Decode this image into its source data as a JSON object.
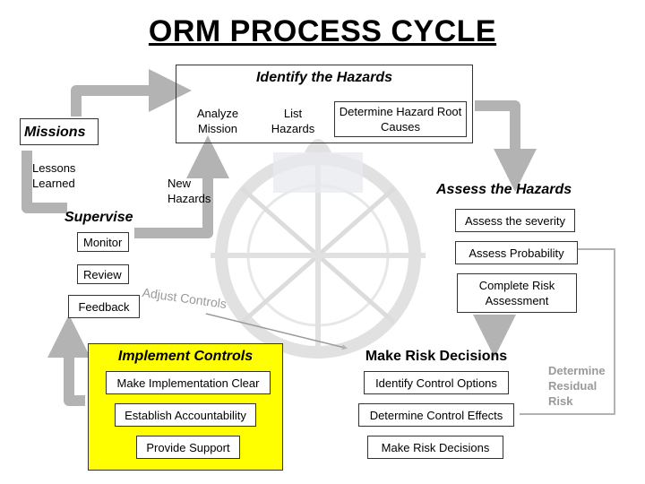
{
  "title": "ORM PROCESS CYCLE",
  "identify": {
    "heading": "Identify the Hazards",
    "steps": [
      "Analyze Mission",
      "List Hazards",
      "Determine Hazard Root Causes"
    ]
  },
  "assess": {
    "heading": "Assess the Hazards",
    "steps": [
      "Assess the severity",
      "Assess Probability",
      "Complete Risk Assessment"
    ]
  },
  "decide": {
    "heading": "Make Risk Decisions",
    "steps": [
      "Identify Control Options",
      "Determine Control Effects",
      "Make Risk Decisions"
    ]
  },
  "implement": {
    "heading": "Implement Controls",
    "steps": [
      "Make Implementation Clear",
      "Establish Accountability",
      "Provide Support"
    ],
    "fill_color": "#ffff00"
  },
  "supervise": {
    "heading": "Supervise",
    "steps": [
      "Monitor",
      "Review",
      "Feedback"
    ]
  },
  "missions": "Missions",
  "lessons_learned": "Lessons Learned",
  "new_hazards": "New Hazards",
  "adjust_controls": "Adjust Controls",
  "determine_residual_risk": "Determine Residual Risk",
  "colors": {
    "arrow": "#b3b3b3",
    "emblem": "#c9c9c9"
  }
}
